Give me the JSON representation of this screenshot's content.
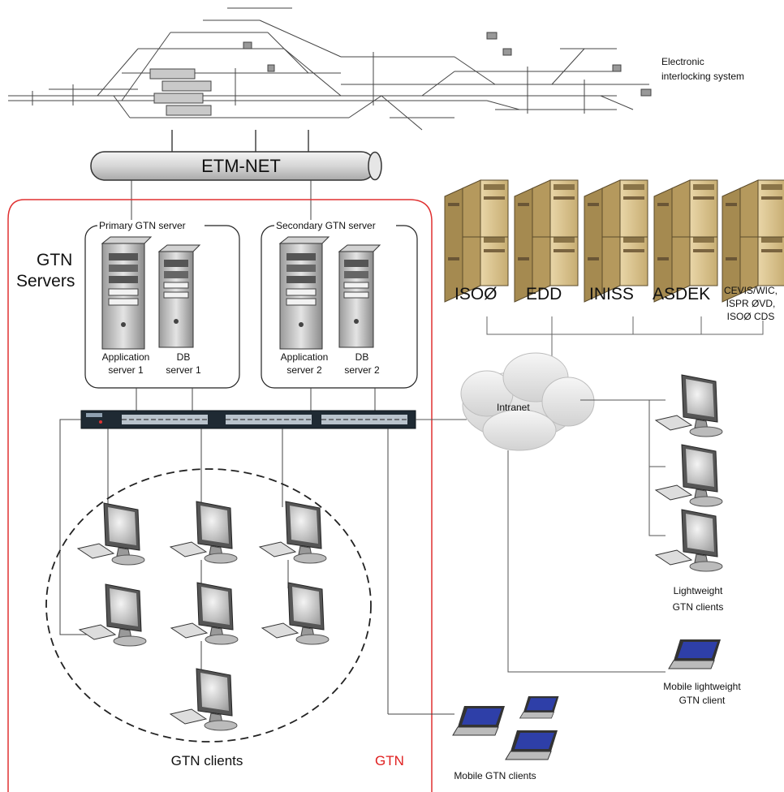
{
  "interlocking": {
    "line1": "Electronic",
    "line2": "interlocking system"
  },
  "etm_net": "ETM-NET",
  "gtn_servers": {
    "line1": "GTN",
    "line2": "Servers"
  },
  "primary_server": {
    "title": "Primary GTN server",
    "app_line1": "Application",
    "app_line2": "server 1",
    "db_line1": "DB",
    "db_line2": "server 1"
  },
  "secondary_server": {
    "title": "Secondary GTN server",
    "app_line1": "Application",
    "app_line2": "server 2",
    "db_line1": "DB",
    "db_line2": "server 2"
  },
  "external_systems": [
    "ISOØ",
    "EDD",
    "INISS",
    "ASDEK"
  ],
  "external_multi": {
    "line1": "CEVIS/WIC,",
    "line2": "ISPR ØVD,",
    "line3": "ISOØ CDS"
  },
  "intranet": "Intranet",
  "lightweight_clients": {
    "line1": "Lightweight",
    "line2": "GTN clients"
  },
  "mobile_lightweight": {
    "line1": "Mobile lightweight",
    "line2": "GTN client"
  },
  "gtn_clients": "GTN clients",
  "gtn_label": "GTN",
  "mobile_gtn_clients": "Mobile GTN clients",
  "colors": {
    "gtn_border": "#e03030",
    "screen": "#1f2f8a",
    "line": "#555555"
  }
}
